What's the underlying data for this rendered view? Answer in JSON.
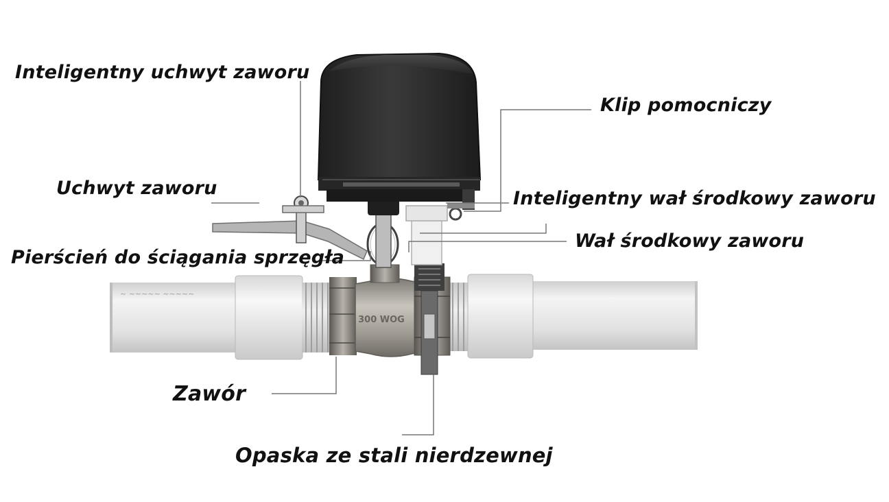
{
  "labels": {
    "smart_valve_handle": "Inteligentny uchwyt zaworu",
    "auxiliary_clip": "Klip pomocniczy",
    "valve_handle": "Uchwyt zaworu",
    "smart_center_shaft": "Inteligentny wał środkowy zaworu",
    "coupling_pull_ring": "Pierścień do ściągania sprzęgła",
    "valve_center_shaft": "Wał środkowy zaworu",
    "valve": "Zawór",
    "stainless_band": "Opaska ze stali nierdzewnej"
  },
  "valve_marking": "300 WOG",
  "colors": {
    "pipe": "#e3e3e3",
    "actuator": "#2d2d2d",
    "brass": "#a9a59d",
    "leader_line": "#777777",
    "text": "#111111"
  }
}
